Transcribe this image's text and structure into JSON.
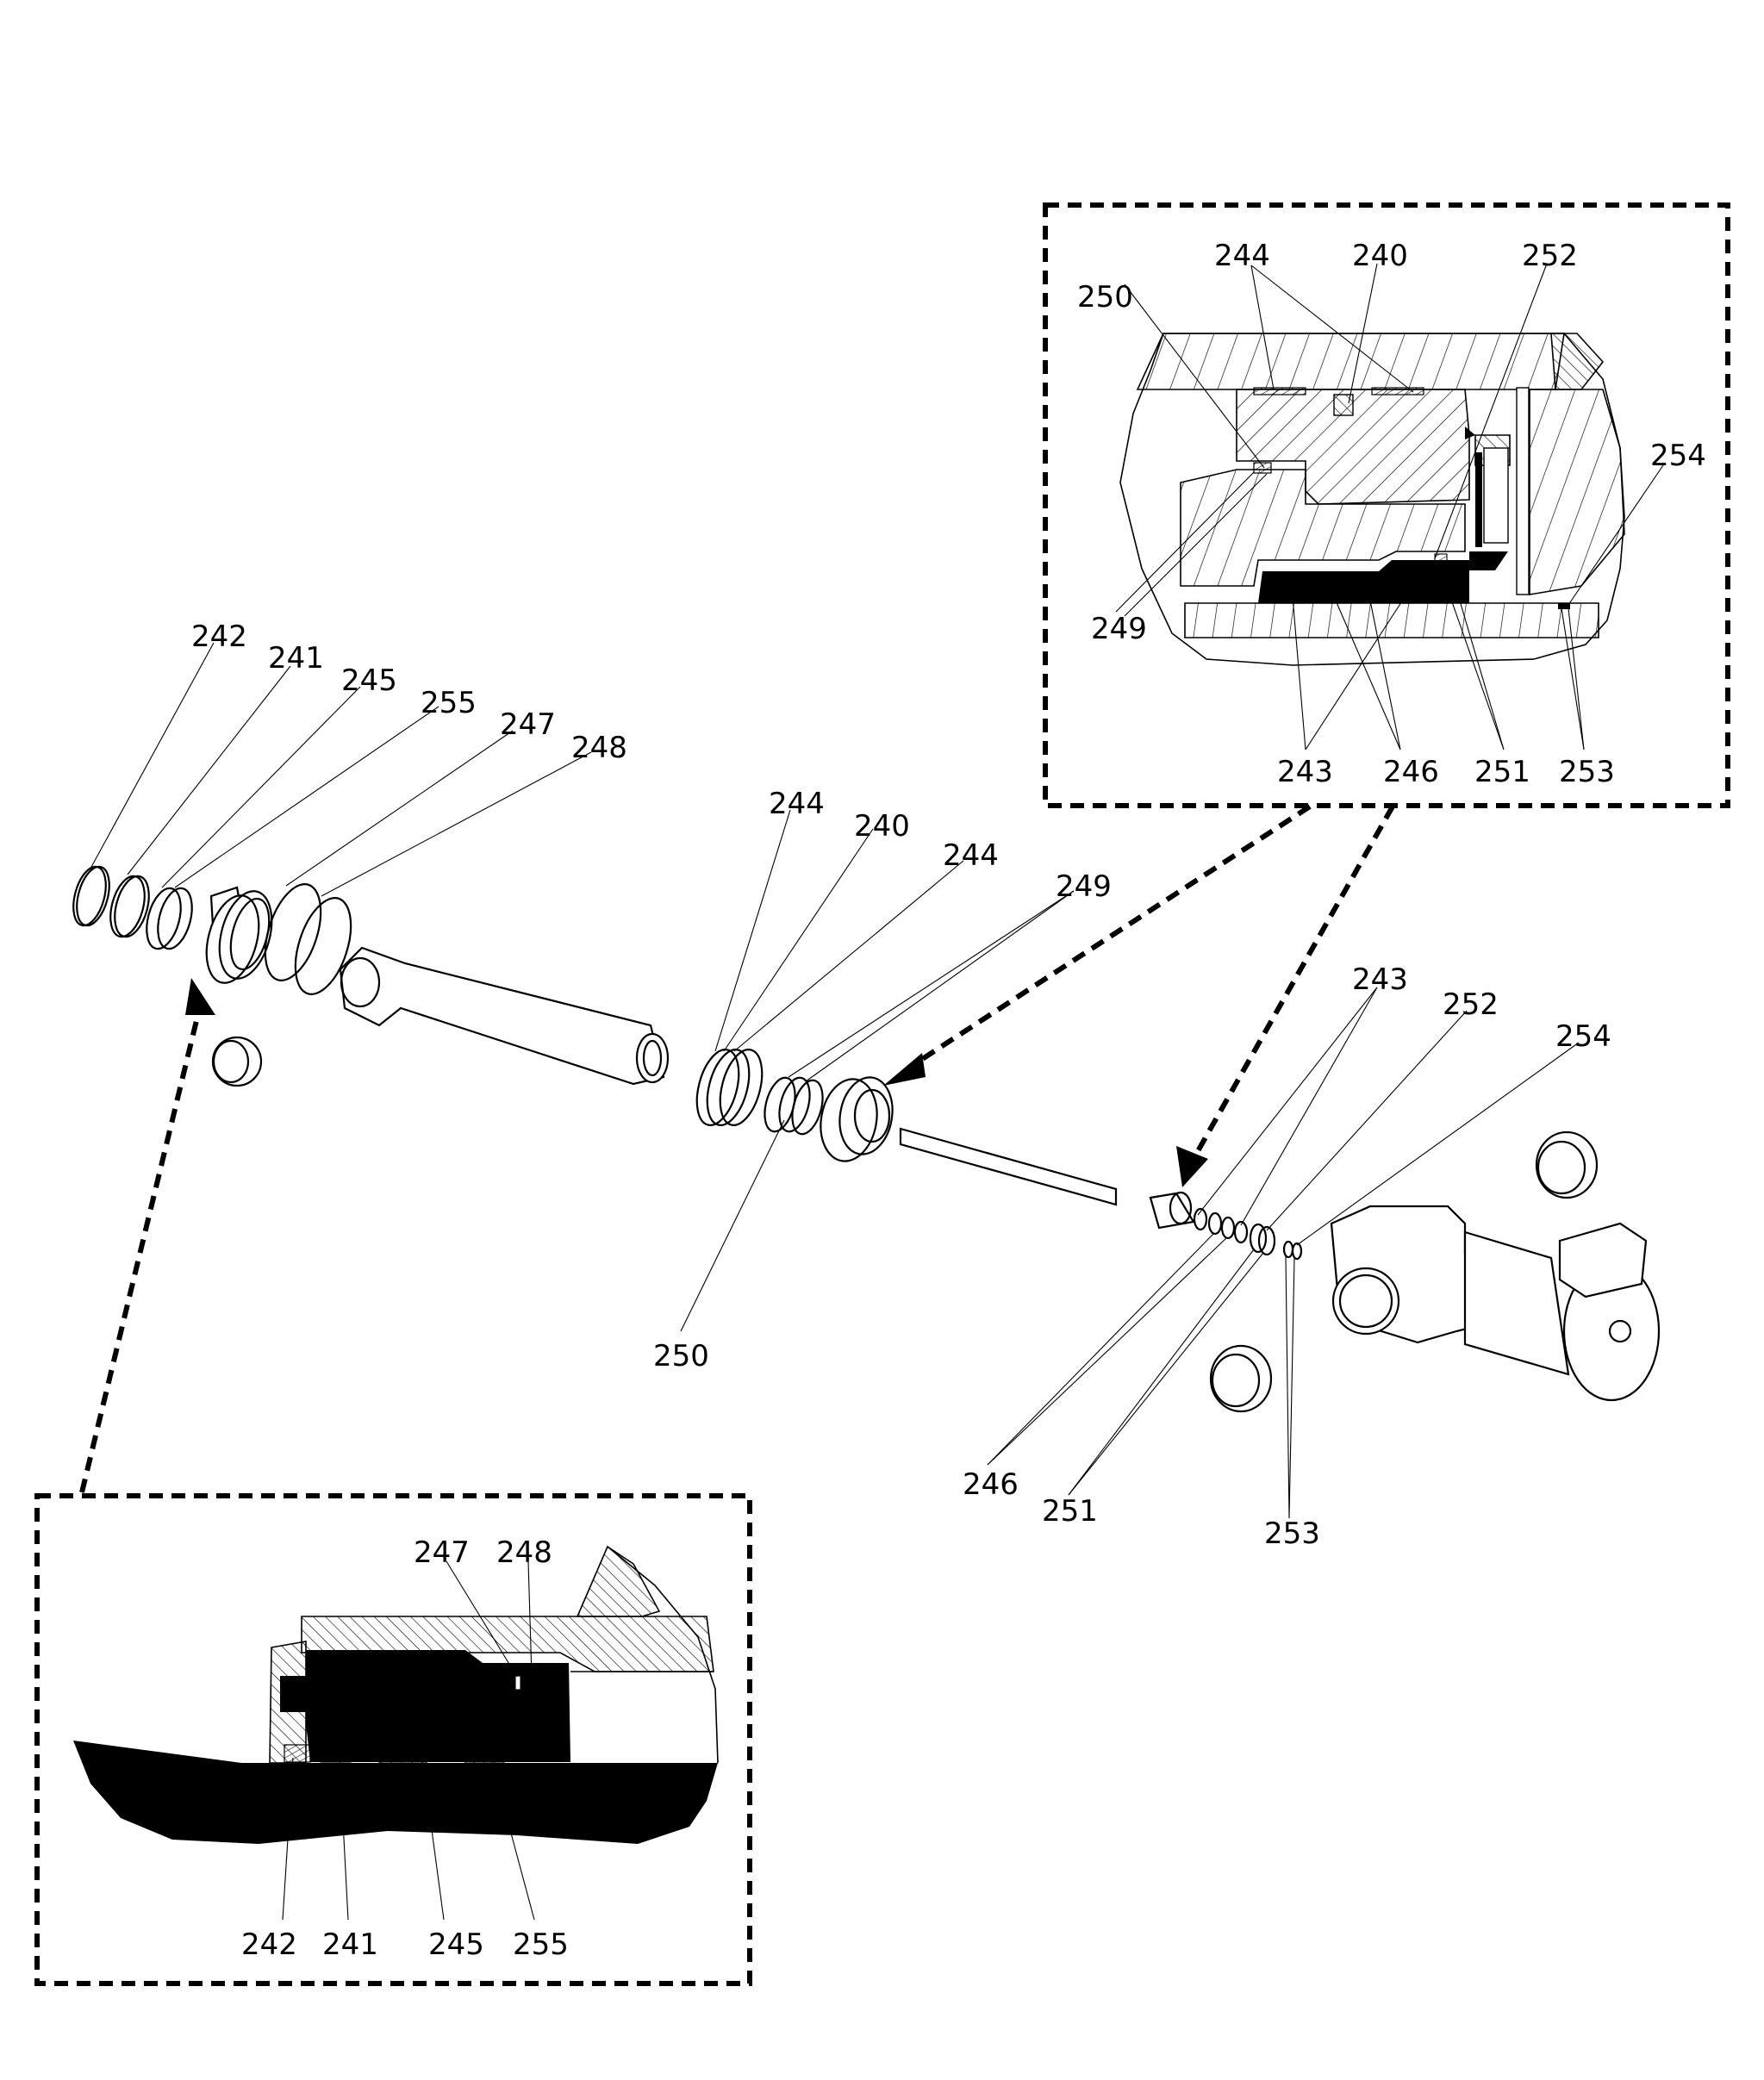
{
  "figure": {
    "type": "exploded-assembly-drawing",
    "insets": {
      "top_right": {
        "description": "sectional detail of piston-side seal assembly",
        "labels": [
          "244",
          "240",
          "252",
          "250",
          "254",
          "249",
          "243",
          "246",
          "251",
          "253"
        ]
      },
      "bottom_left": {
        "description": "sectional detail of rod-end gland seal assembly",
        "labels": [
          "247",
          "248",
          "242",
          "241",
          "245",
          "255"
        ]
      }
    },
    "exploded_labels": {
      "left_cluster": [
        "242",
        "241",
        "245",
        "255",
        "247",
        "248"
      ],
      "middle_cluster": [
        "244",
        "240",
        "244",
        "249",
        "250"
      ],
      "right_cluster": [
        "243",
        "252",
        "254",
        "246",
        "251",
        "253"
      ]
    },
    "colors": {
      "line": "#000000",
      "background": "#ffffff"
    }
  }
}
